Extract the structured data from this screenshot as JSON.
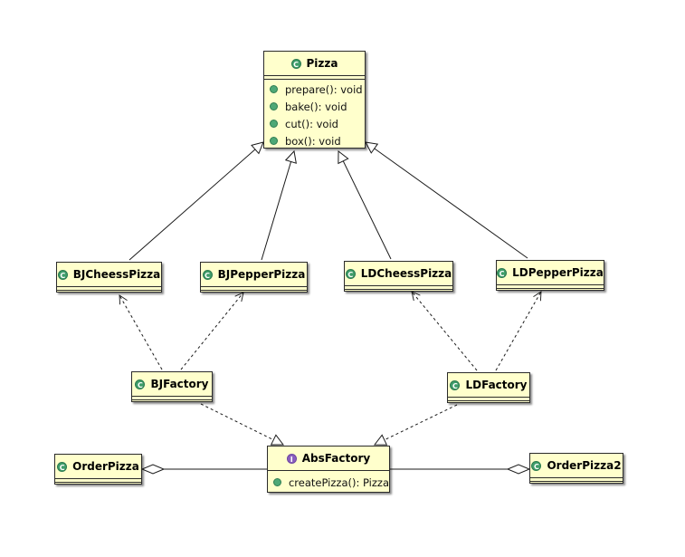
{
  "classes": {
    "pizza": {
      "name": "Pizza",
      "kind": "class",
      "operations": [
        "prepare(): void",
        "bake(): void",
        "cut(): void",
        "box(): void"
      ]
    },
    "bj_cheess_pizza": {
      "name": "BJCheessPizza",
      "kind": "class"
    },
    "bj_pepper_pizza": {
      "name": "BJPepperPizza",
      "kind": "class"
    },
    "ld_cheess_pizza": {
      "name": "LDCheessPizza",
      "kind": "class"
    },
    "ld_pepper_pizza": {
      "name": "LDPepperPizza",
      "kind": "class"
    },
    "bj_factory": {
      "name": "BJFactory",
      "kind": "class"
    },
    "ld_factory": {
      "name": "LDFactory",
      "kind": "class"
    },
    "abs_factory": {
      "name": "AbsFactory",
      "kind": "interface",
      "operations": [
        "createPizza(): Pizza"
      ]
    },
    "order_pizza": {
      "name": "OrderPizza",
      "kind": "class"
    },
    "order_pizza2": {
      "name": "OrderPizza2",
      "kind": "class"
    }
  },
  "relations": [
    {
      "from": "BJCheessPizza",
      "to": "Pizza",
      "type": "generalization"
    },
    {
      "from": "BJPepperPizza",
      "to": "Pizza",
      "type": "generalization"
    },
    {
      "from": "LDCheessPizza",
      "to": "Pizza",
      "type": "generalization"
    },
    {
      "from": "LDPepperPizza",
      "to": "Pizza",
      "type": "generalization"
    },
    {
      "from": "BJFactory",
      "to": "BJCheessPizza",
      "type": "dependency"
    },
    {
      "from": "BJFactory",
      "to": "BJPepperPizza",
      "type": "dependency"
    },
    {
      "from": "LDFactory",
      "to": "LDCheessPizza",
      "type": "dependency"
    },
    {
      "from": "LDFactory",
      "to": "LDPepperPizza",
      "type": "dependency"
    },
    {
      "from": "BJFactory",
      "to": "AbsFactory",
      "type": "realization"
    },
    {
      "from": "LDFactory",
      "to": "AbsFactory",
      "type": "realization"
    },
    {
      "from": "OrderPizza",
      "to": "AbsFactory",
      "type": "aggregation"
    },
    {
      "from": "OrderPizza2",
      "to": "AbsFactory",
      "type": "aggregation"
    }
  ],
  "colors": {
    "class_fill": "#ffffcc",
    "border": "#2b2b2b",
    "class_icon": "#3f9d6a",
    "interface_icon": "#8a5fbf",
    "line": "#1a1a1a"
  },
  "icons": {
    "class": "class-c-icon",
    "interface": "interface-i-icon",
    "operation": "public-operation-icon"
  }
}
